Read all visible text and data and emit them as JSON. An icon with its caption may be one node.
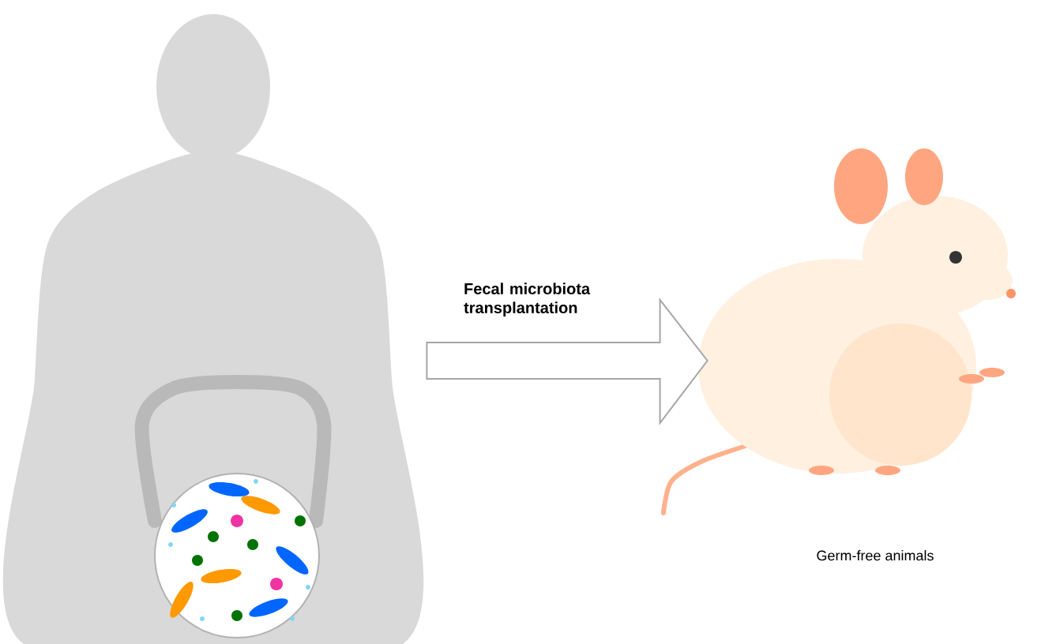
{
  "diagram": {
    "nodes": [
      {
        "text": [],
        "shape": "picture"
      },
      {
        "text": [],
        "shape": "picture",
        "beside": [
          "Germ-free animals"
        ]
      }
    ],
    "edges": [
      {
        "from": 0,
        "to": 1,
        "arrow": "to",
        "label": "Fecal microbiota transplantation"
      }
    ]
  }
}
